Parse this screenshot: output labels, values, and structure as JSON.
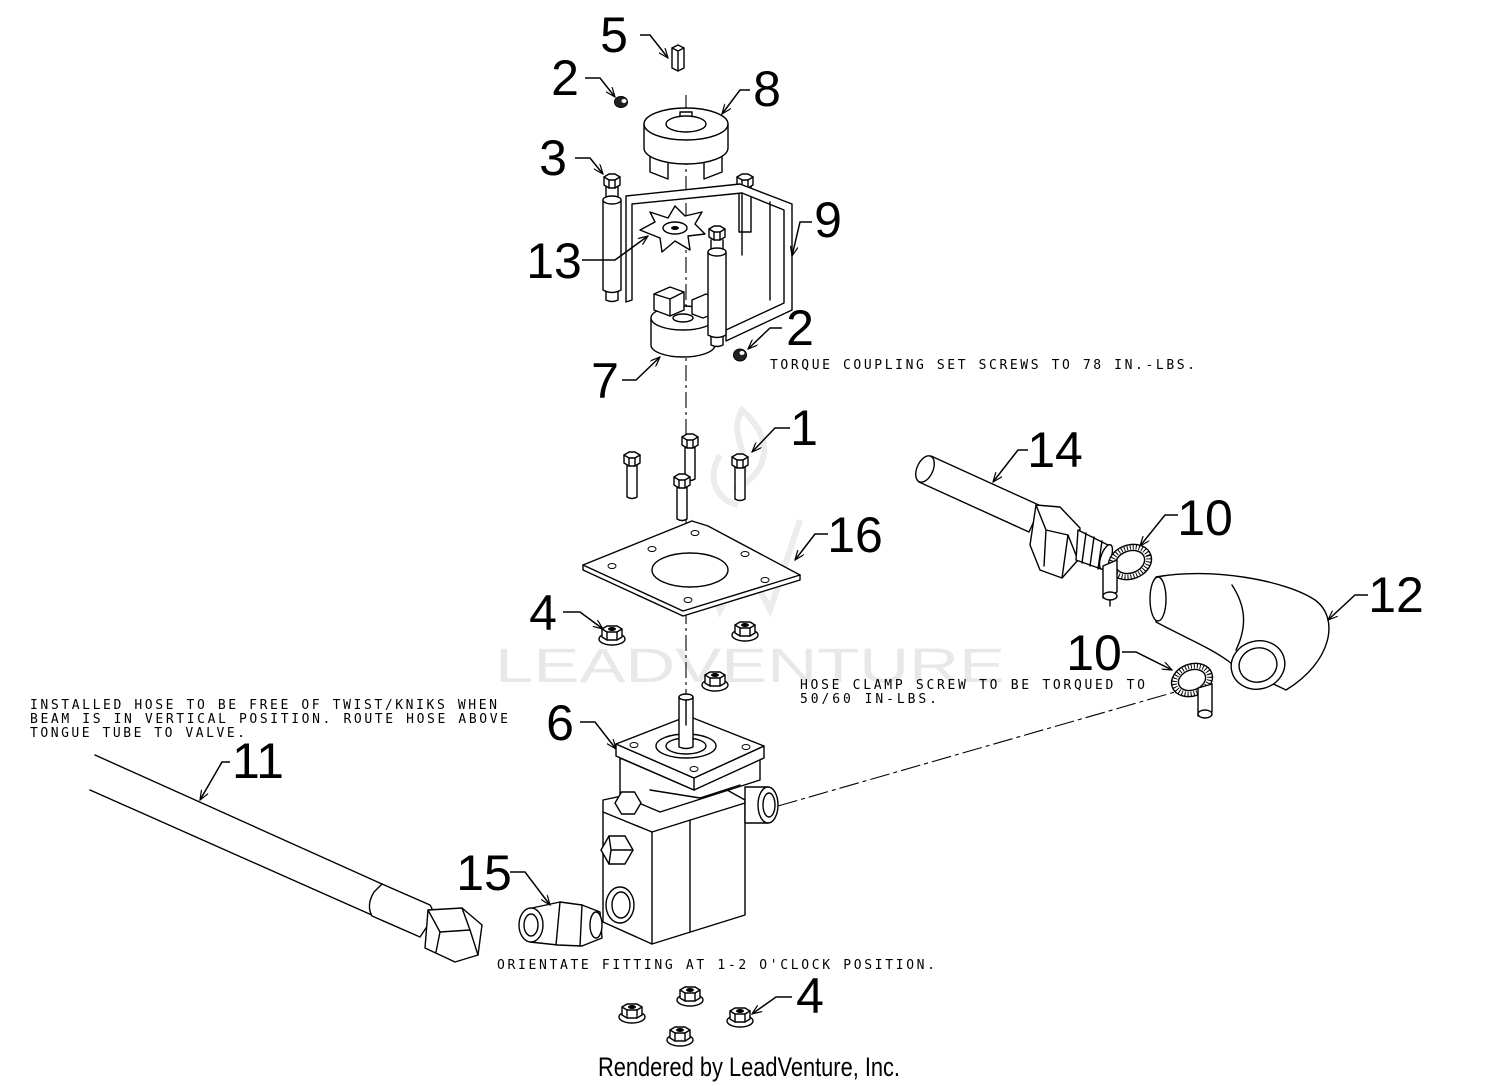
{
  "callouts": {
    "key": "5",
    "set_screw_top": "2",
    "coupling_top": "8",
    "long_bolts": "3",
    "spider": "13",
    "bracket": "9",
    "set_screw_side": "2",
    "coupling_bottom": "7",
    "mount_bolts": "1",
    "hose_barb": "14",
    "clamp_upper": "10",
    "adapter_plate": "16",
    "elbow_hose": "12",
    "nuts_upper": "4",
    "clamp_lower": "10",
    "pump": "6",
    "pressure_hose": "11",
    "fitting": "15",
    "nuts_lower": "4"
  },
  "notes": {
    "coupling_torque": "TORQUE COUPLING SET SCREWS TO 78 IN.-LBS.",
    "hose_clamp": [
      "HOSE CLAMP SCREW TO BE TORQUED TO",
      "50/60 IN-LBS."
    ],
    "hose_route": [
      "INSTALLED HOSE TO BE FREE OF TWIST/KNIKS WHEN",
      "BEAM IS IN VERTICAL POSITION. ROUTE HOSE ABOVE",
      "TONGUE TUBE TO VALVE."
    ],
    "fitting_orientation": "ORIENTATE FITTING AT 1-2 O'CLOCK POSITION."
  },
  "watermark": "LEADVENTURE",
  "footer": "Rendered by LeadVenture, Inc.",
  "colors": {
    "linework": "#000000",
    "watermark": "#e8e8e8",
    "background": "#ffffff"
  }
}
